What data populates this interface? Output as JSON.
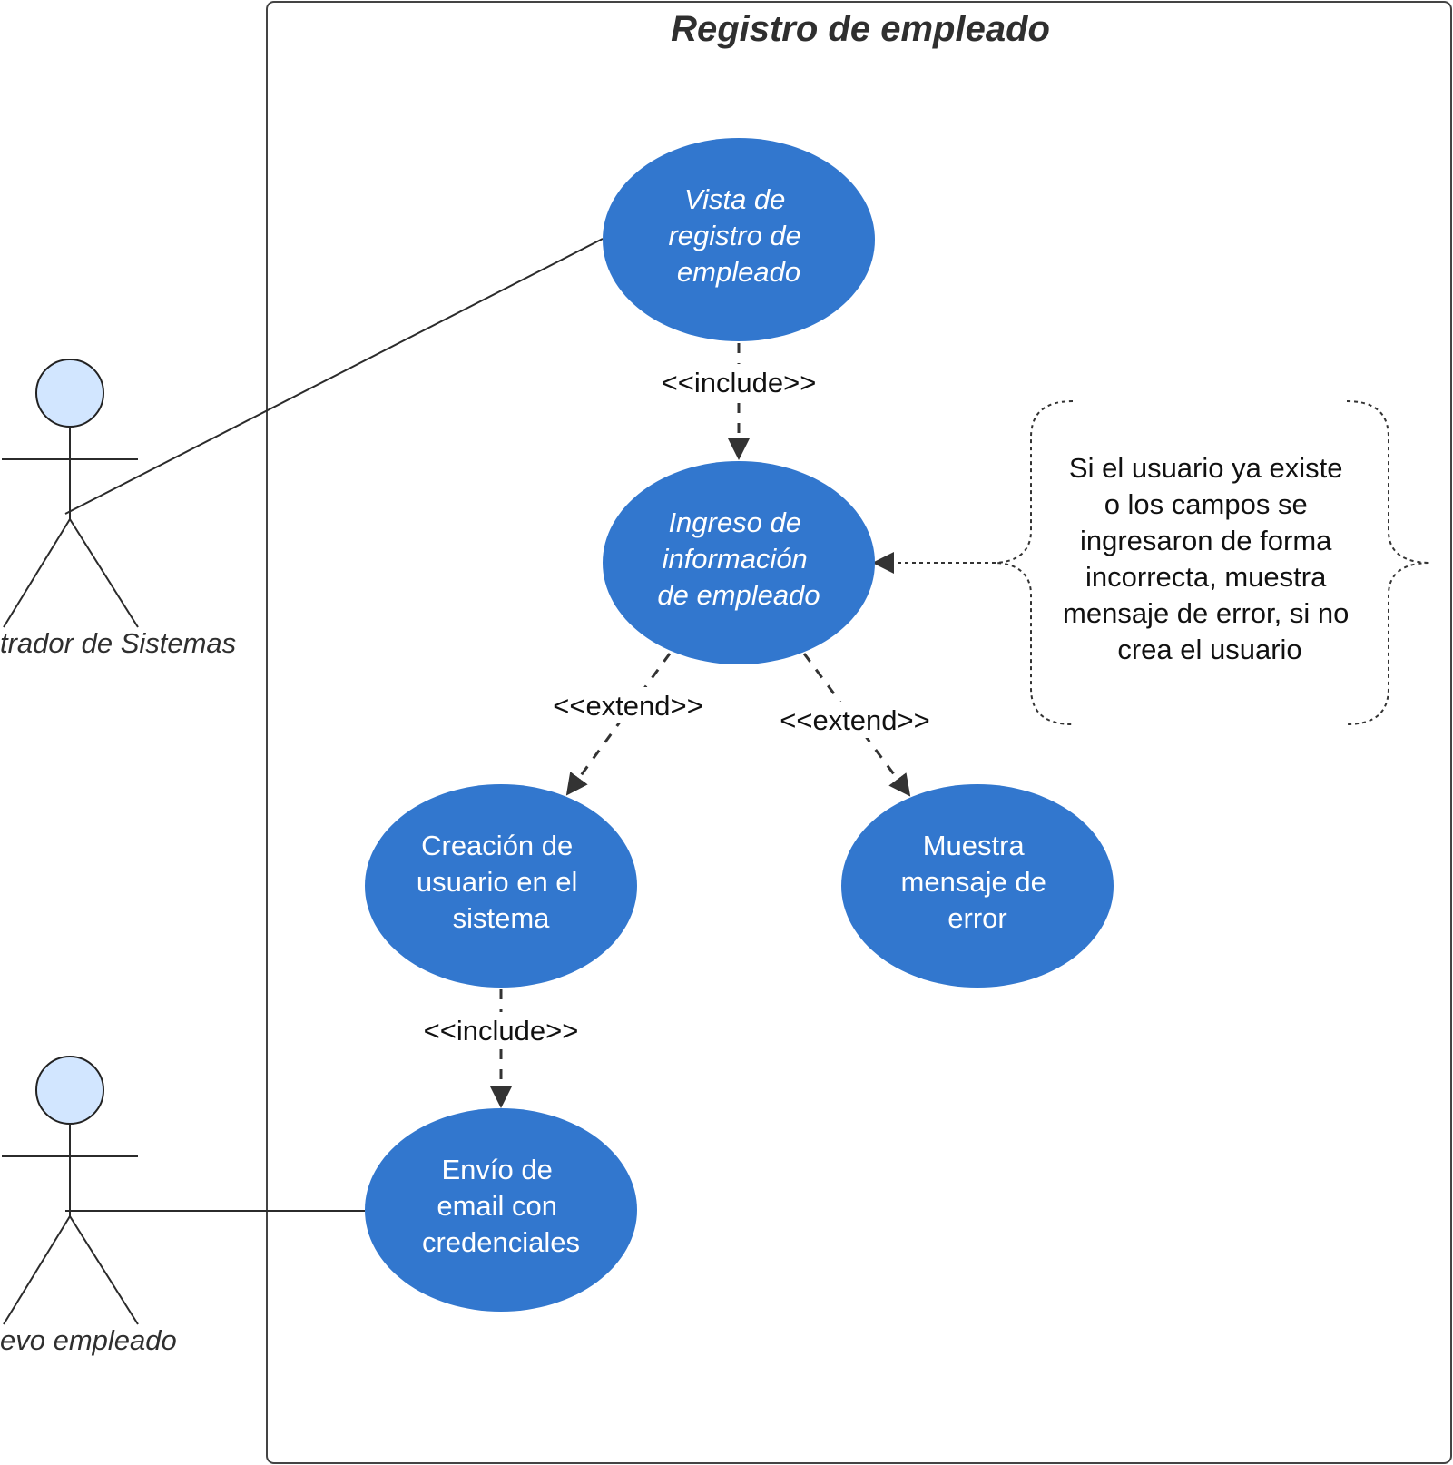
{
  "system": {
    "title": "Registro de empleado"
  },
  "actors": {
    "admin": {
      "label": "trador de Sistemas"
    },
    "nuevo": {
      "label": "evo empleado"
    }
  },
  "use_cases": {
    "vista": {
      "lines": [
        "Vista de",
        "registro de",
        "empleado"
      ]
    },
    "ingreso": {
      "lines": [
        "Ingreso de",
        "información",
        "de empleado"
      ]
    },
    "creacion": {
      "lines": [
        "Creación de",
        "usuario en el",
        "sistema"
      ]
    },
    "muestra": {
      "lines": [
        "Muestra",
        "mensaje de",
        "error"
      ]
    },
    "envio": {
      "lines": [
        "Envío de",
        "email con",
        "credenciales"
      ]
    }
  },
  "relations": {
    "include_1": "<<include>>",
    "extend_1": "<<extend>>",
    "extend_2": "<<extend>>",
    "include_2": "<<include>>"
  },
  "note": {
    "lines": [
      "Si el usuario ya existe",
      "o los campos se",
      "ingresaron de forma",
      "incorrecta, muestra",
      "mensaje de error, si no",
      "crea el usuario"
    ]
  },
  "colors": {
    "use_case_fill": "#3277CE",
    "actor_head_fill": "#D2E6FF",
    "line": "#2B2B2B"
  }
}
